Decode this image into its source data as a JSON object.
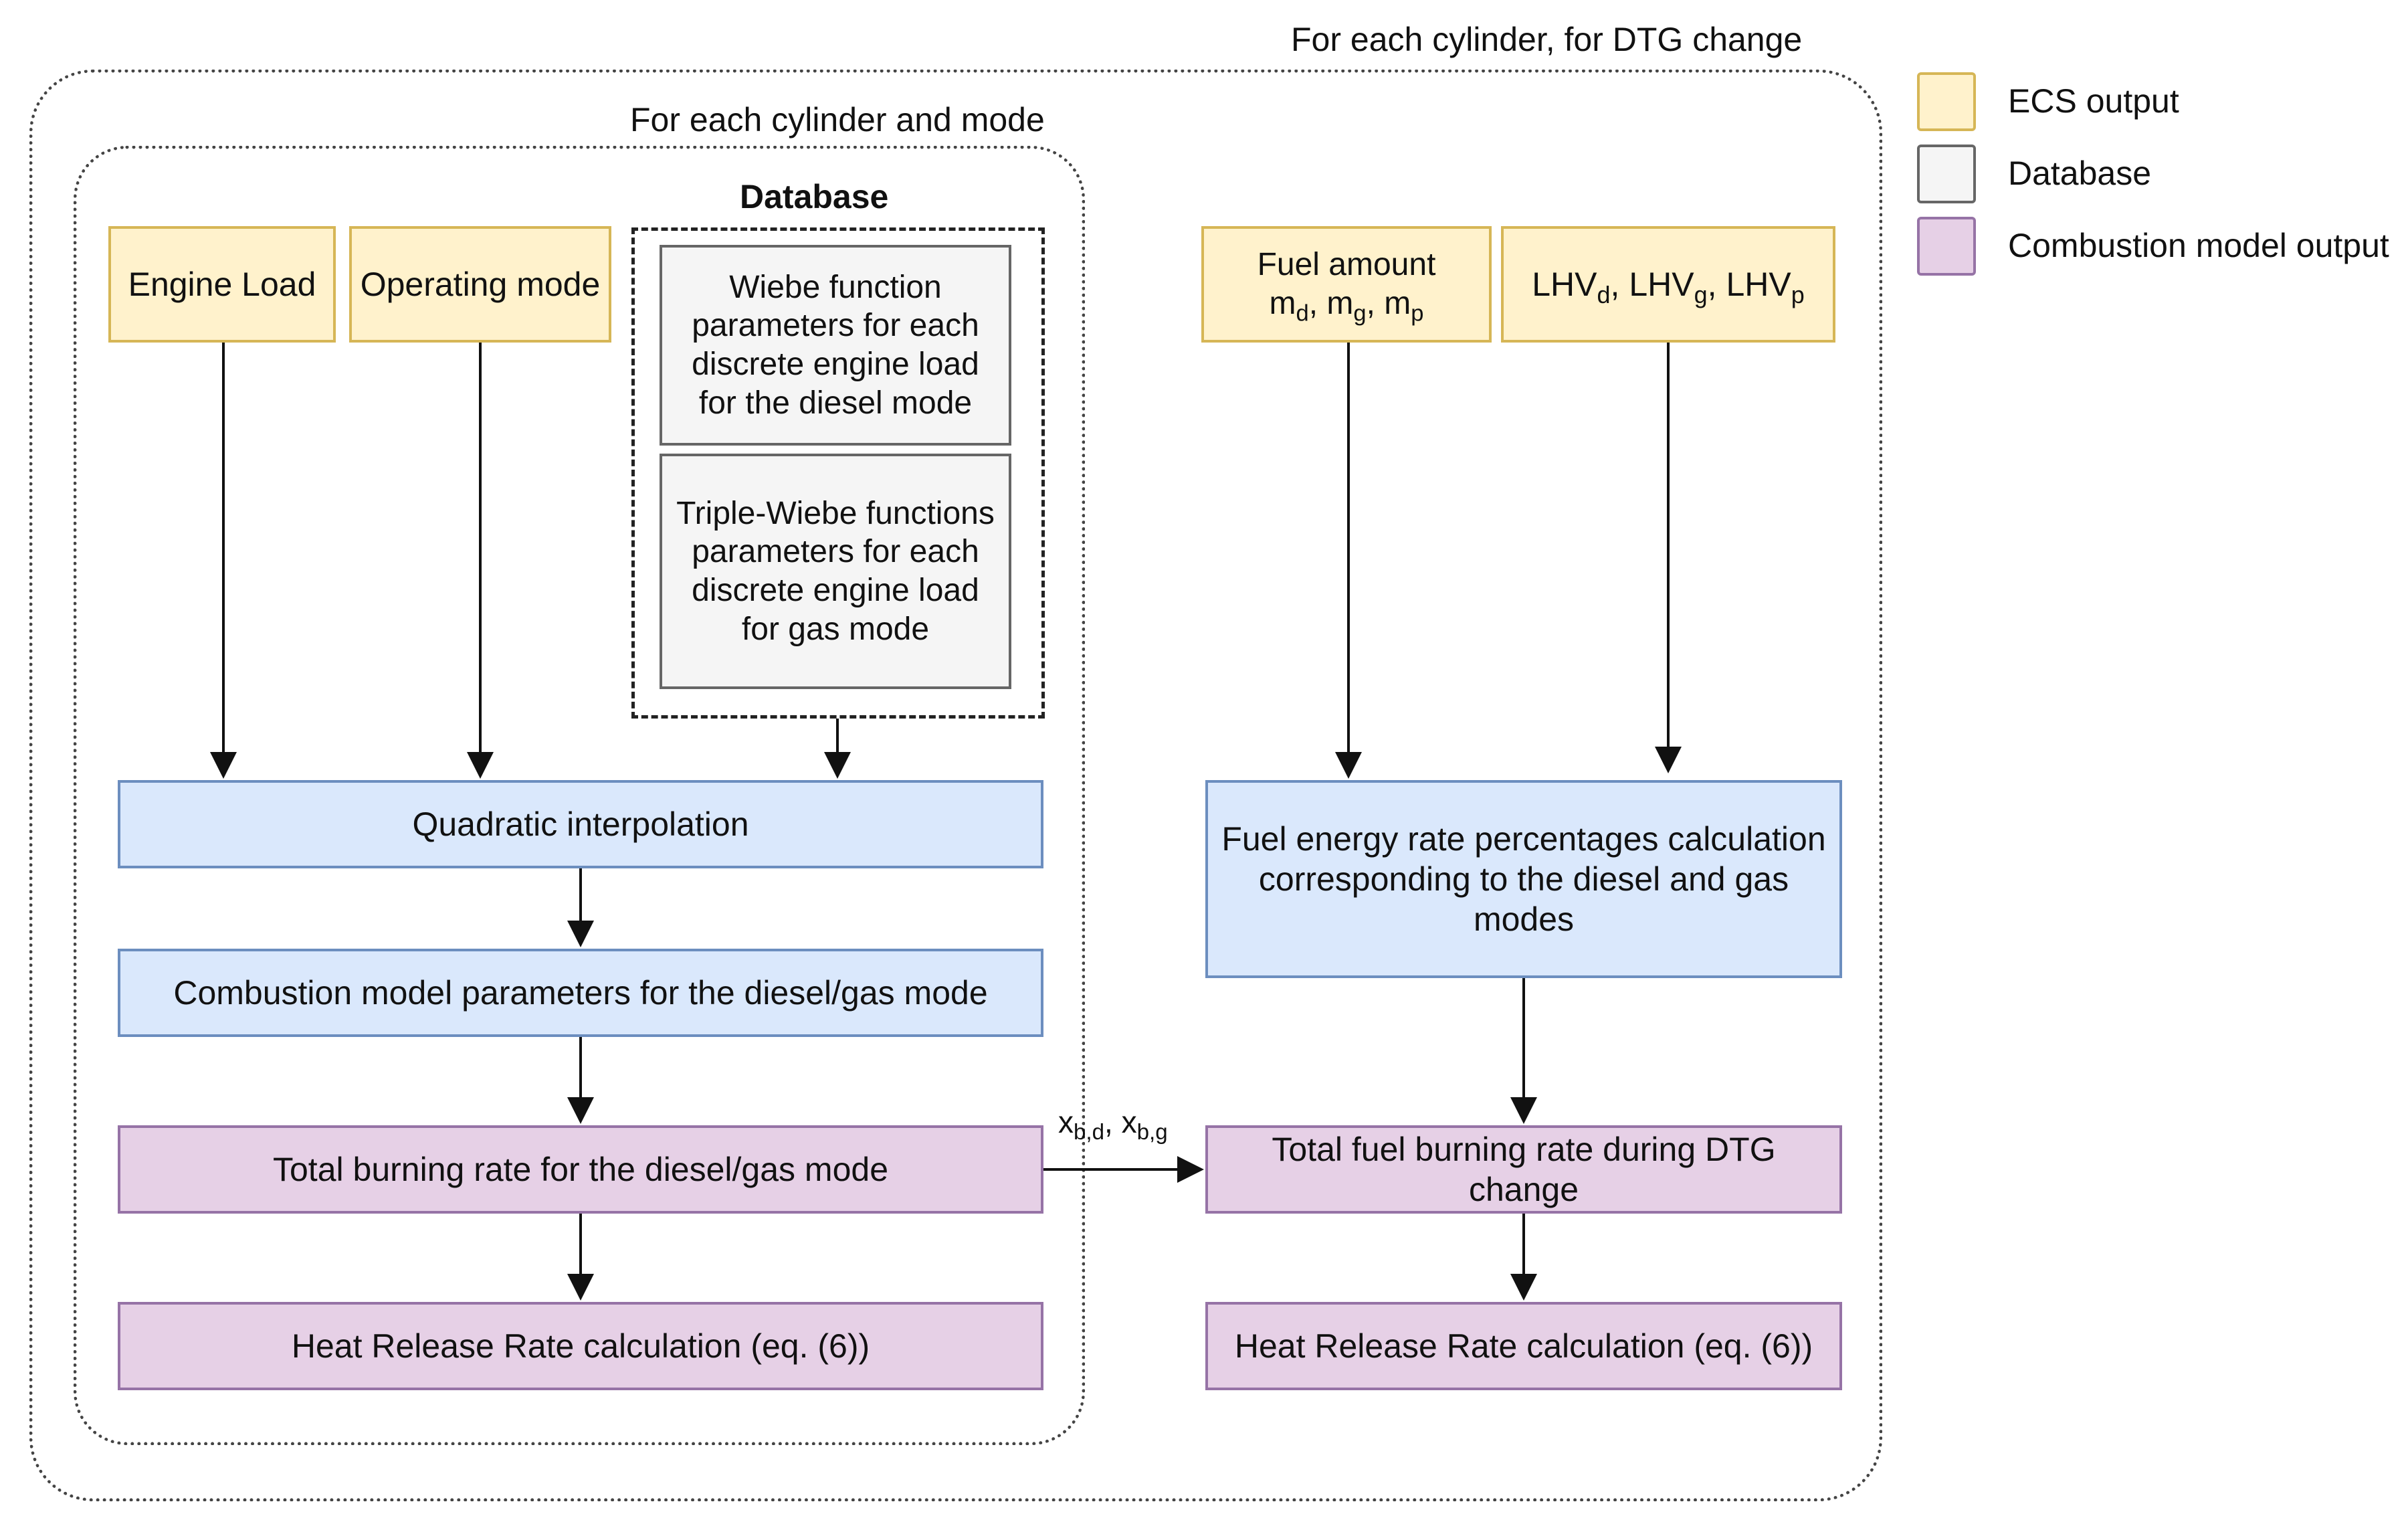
{
  "frames": {
    "outer_label": "For each cylinder, for DTG change",
    "inner_label": "For each cylinder and mode",
    "database_label": "Database"
  },
  "inputs": {
    "engine_load": "Engine Load",
    "operating_mode": "Operating mode",
    "fuel_amount_title": "Fuel amount",
    "fuel_amount_m": "m",
    "fuel_amount_subs": [
      "d",
      "g",
      "p"
    ],
    "lhv_base": "LHV",
    "lhv_subs": [
      "d",
      "g",
      "p"
    ]
  },
  "database": {
    "wiebe_diesel": "Wiebe function parameters for each discrete engine load for the diesel mode",
    "triple_wiebe_gas": "Triple-Wiebe functions parameters  for each discrete engine load for gas mode"
  },
  "process": {
    "quadratic_interpolation": "Quadratic interpolation",
    "combustion_params": "Combustion model parameters for the diesel/gas mode",
    "fuel_energy_rate": "Fuel energy rate percentages calculation corresponding to the diesel and gas modes"
  },
  "outputs": {
    "total_burning_rate": "Total burning rate for the diesel/gas mode",
    "heat_release_left": "Heat Release Rate calculation (eq. (6))",
    "total_fuel_burning_dtg": "Total fuel burning rate during DTG change",
    "heat_release_right": "Heat Release Rate calculation (eq. (6))"
  },
  "arrow_label": {
    "x": "x",
    "sub1": "b,d",
    "sep": ", ",
    "sub2": "b,g"
  },
  "legend": [
    {
      "label": "ECS output",
      "fill": "#fff2cc",
      "stroke": "#d6b656"
    },
    {
      "label": "Database",
      "fill": "#f5f5f5",
      "stroke": "#666666"
    },
    {
      "label": "Combustion model output",
      "fill": "#e6d0e6",
      "stroke": "#9673a6"
    }
  ]
}
